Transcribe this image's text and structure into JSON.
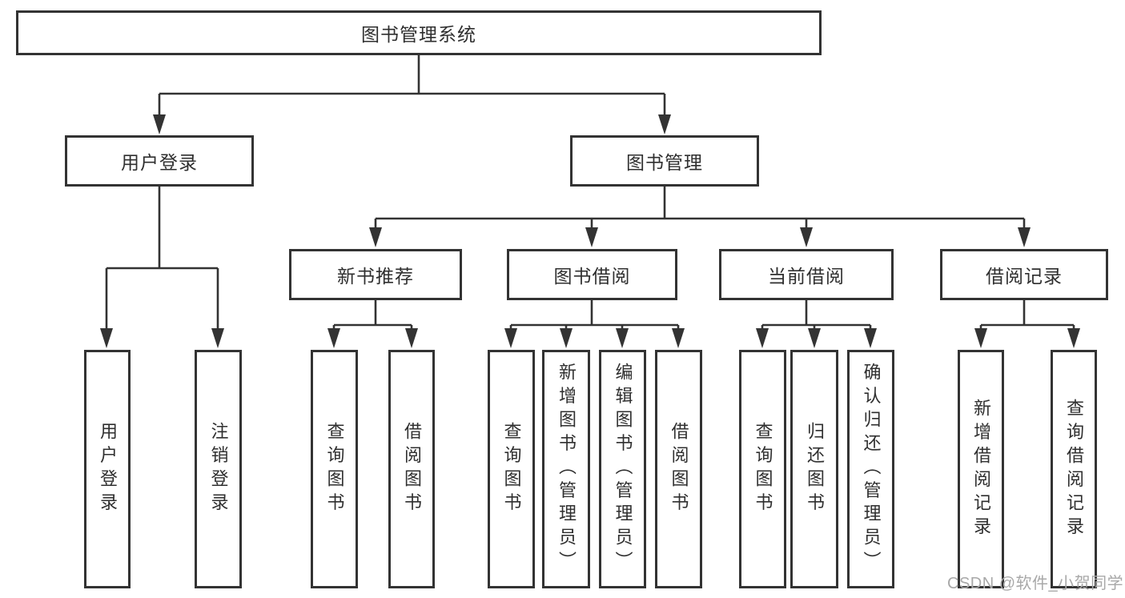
{
  "nodes": {
    "root": "图书管理系统",
    "user_login": "用户登录",
    "book_management": "图书管理",
    "new_book_recommend": "新书推荐",
    "book_borrowing": "图书借阅",
    "current_borrowing": "当前借阅",
    "borrowing_records": "借阅记录",
    "leaf_user_login": "用户登录",
    "leaf_logout": "注销登录",
    "leaf_query_books_a": "查询图书",
    "leaf_borrow_books_a": "借阅图书",
    "leaf_query_books_b": "查询图书",
    "leaf_add_book_admin": "新增图书（管理员）",
    "leaf_edit_book_admin": "编辑图书（管理员）",
    "leaf_borrow_books_b": "借阅图书",
    "leaf_query_books_c": "查询图书",
    "leaf_return_books": "归还图书",
    "leaf_confirm_return_admin": "确认归还（管理员）",
    "leaf_add_borrow_record": "新增借阅记录",
    "leaf_query_borrow_record": "查询借阅记录"
  },
  "hierarchy": {
    "图书管理系统": [
      "用户登录",
      "图书管理"
    ],
    "用户登录": [
      "用户登录",
      "注销登录"
    ],
    "图书管理": [
      "新书推荐",
      "图书借阅",
      "当前借阅",
      "借阅记录"
    ],
    "新书推荐": [
      "查询图书",
      "借阅图书"
    ],
    "图书借阅": [
      "查询图书",
      "新增图书（管理员）",
      "编辑图书（管理员）",
      "借阅图书"
    ],
    "当前借阅": [
      "查询图书",
      "归还图书",
      "确认归还（管理员）"
    ],
    "借阅记录": [
      "新增借阅记录",
      "查询借阅记录"
    ]
  },
  "watermark": "CSDN @软件_小贺同学",
  "colors": {
    "line": "#333333",
    "text": "#2f2f2f",
    "watermark": "#a8a8a8",
    "background": "#ffffff"
  }
}
